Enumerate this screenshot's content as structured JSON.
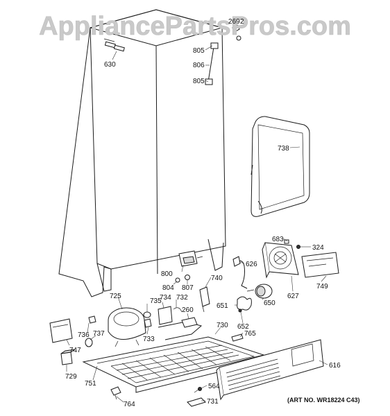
{
  "watermark": "AppliancePartsPros.com",
  "art_number": "(ART NO. WR18224 C43)",
  "callouts": {
    "c630": "630",
    "c269": "269",
    "c2": "2",
    "c805a": "805",
    "c806": "806",
    "c805b": "805",
    "c738": "738",
    "c683": "683",
    "c324": "324",
    "c626": "626",
    "c800": "800",
    "c740": "740",
    "c804": "804",
    "c807": "807",
    "c749": "749",
    "c627": "627",
    "c725": "725",
    "c735": "735",
    "c734": "734",
    "c732": "732",
    "c260": "260",
    "c651": "651",
    "c650": "650",
    "c652": "652",
    "c730": "730",
    "c765": "765",
    "c736": "736",
    "c737": "737",
    "c733": "733",
    "c747": "747",
    "c616": "616",
    "c729": "729",
    "c751": "751",
    "c564": "564",
    "c764": "764",
    "c731": "731"
  }
}
